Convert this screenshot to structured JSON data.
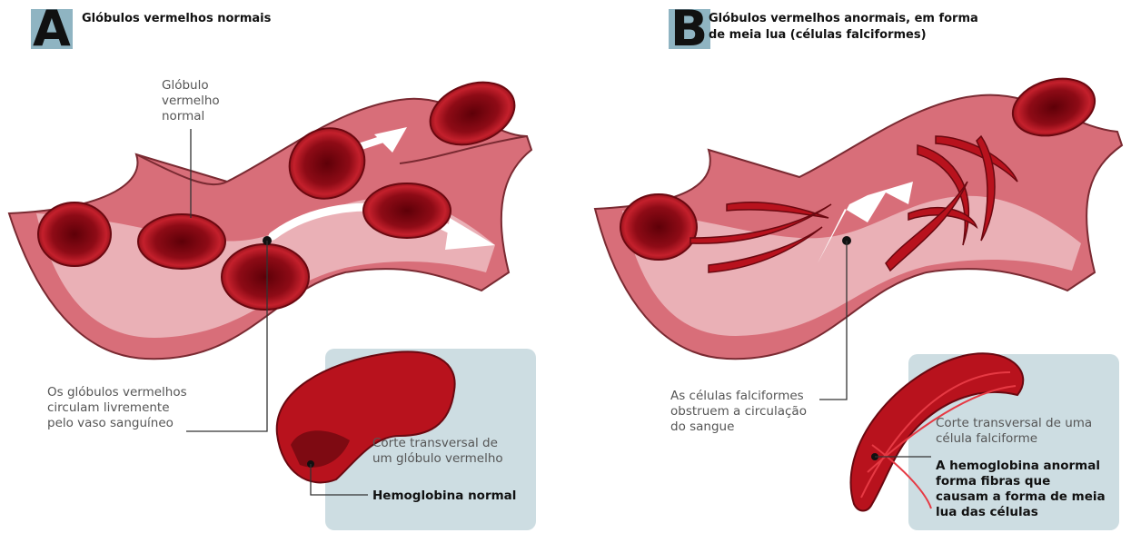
{
  "panel_a": {
    "letter": "A",
    "title": "Glóbulos vermelhos normais",
    "label_rbc": "Glóbulo\nvermelho\nnormal",
    "label_flow": "Os glóbulos vermelhos\ncirculam livremente\npelo vaso sanguíneo",
    "label_section": "Corte transversal de\num glóbulo vermelho",
    "label_hemoglobin": "Hemoglobina normal"
  },
  "panel_b": {
    "letter": "B",
    "title": "Glóbulos vermelhos anormais, em forma\nde meia lua (células falciformes)",
    "label_obstruct": "As células falciformes\nobstruem a circulação\ndo sangue",
    "label_section": "Corte transversal de uma\ncélula falciforme",
    "label_hemoglobin": "A hemoglobina anormal\nforma fibras que\ncausam a forma de meia\nlua das células"
  },
  "colors": {
    "badge": "#8fb4c2",
    "vessel_outer": "#d86e79",
    "vessel_inner": "#eab0b6",
    "blood_cell": "#a80f1a",
    "info_box": "#cddde2"
  }
}
